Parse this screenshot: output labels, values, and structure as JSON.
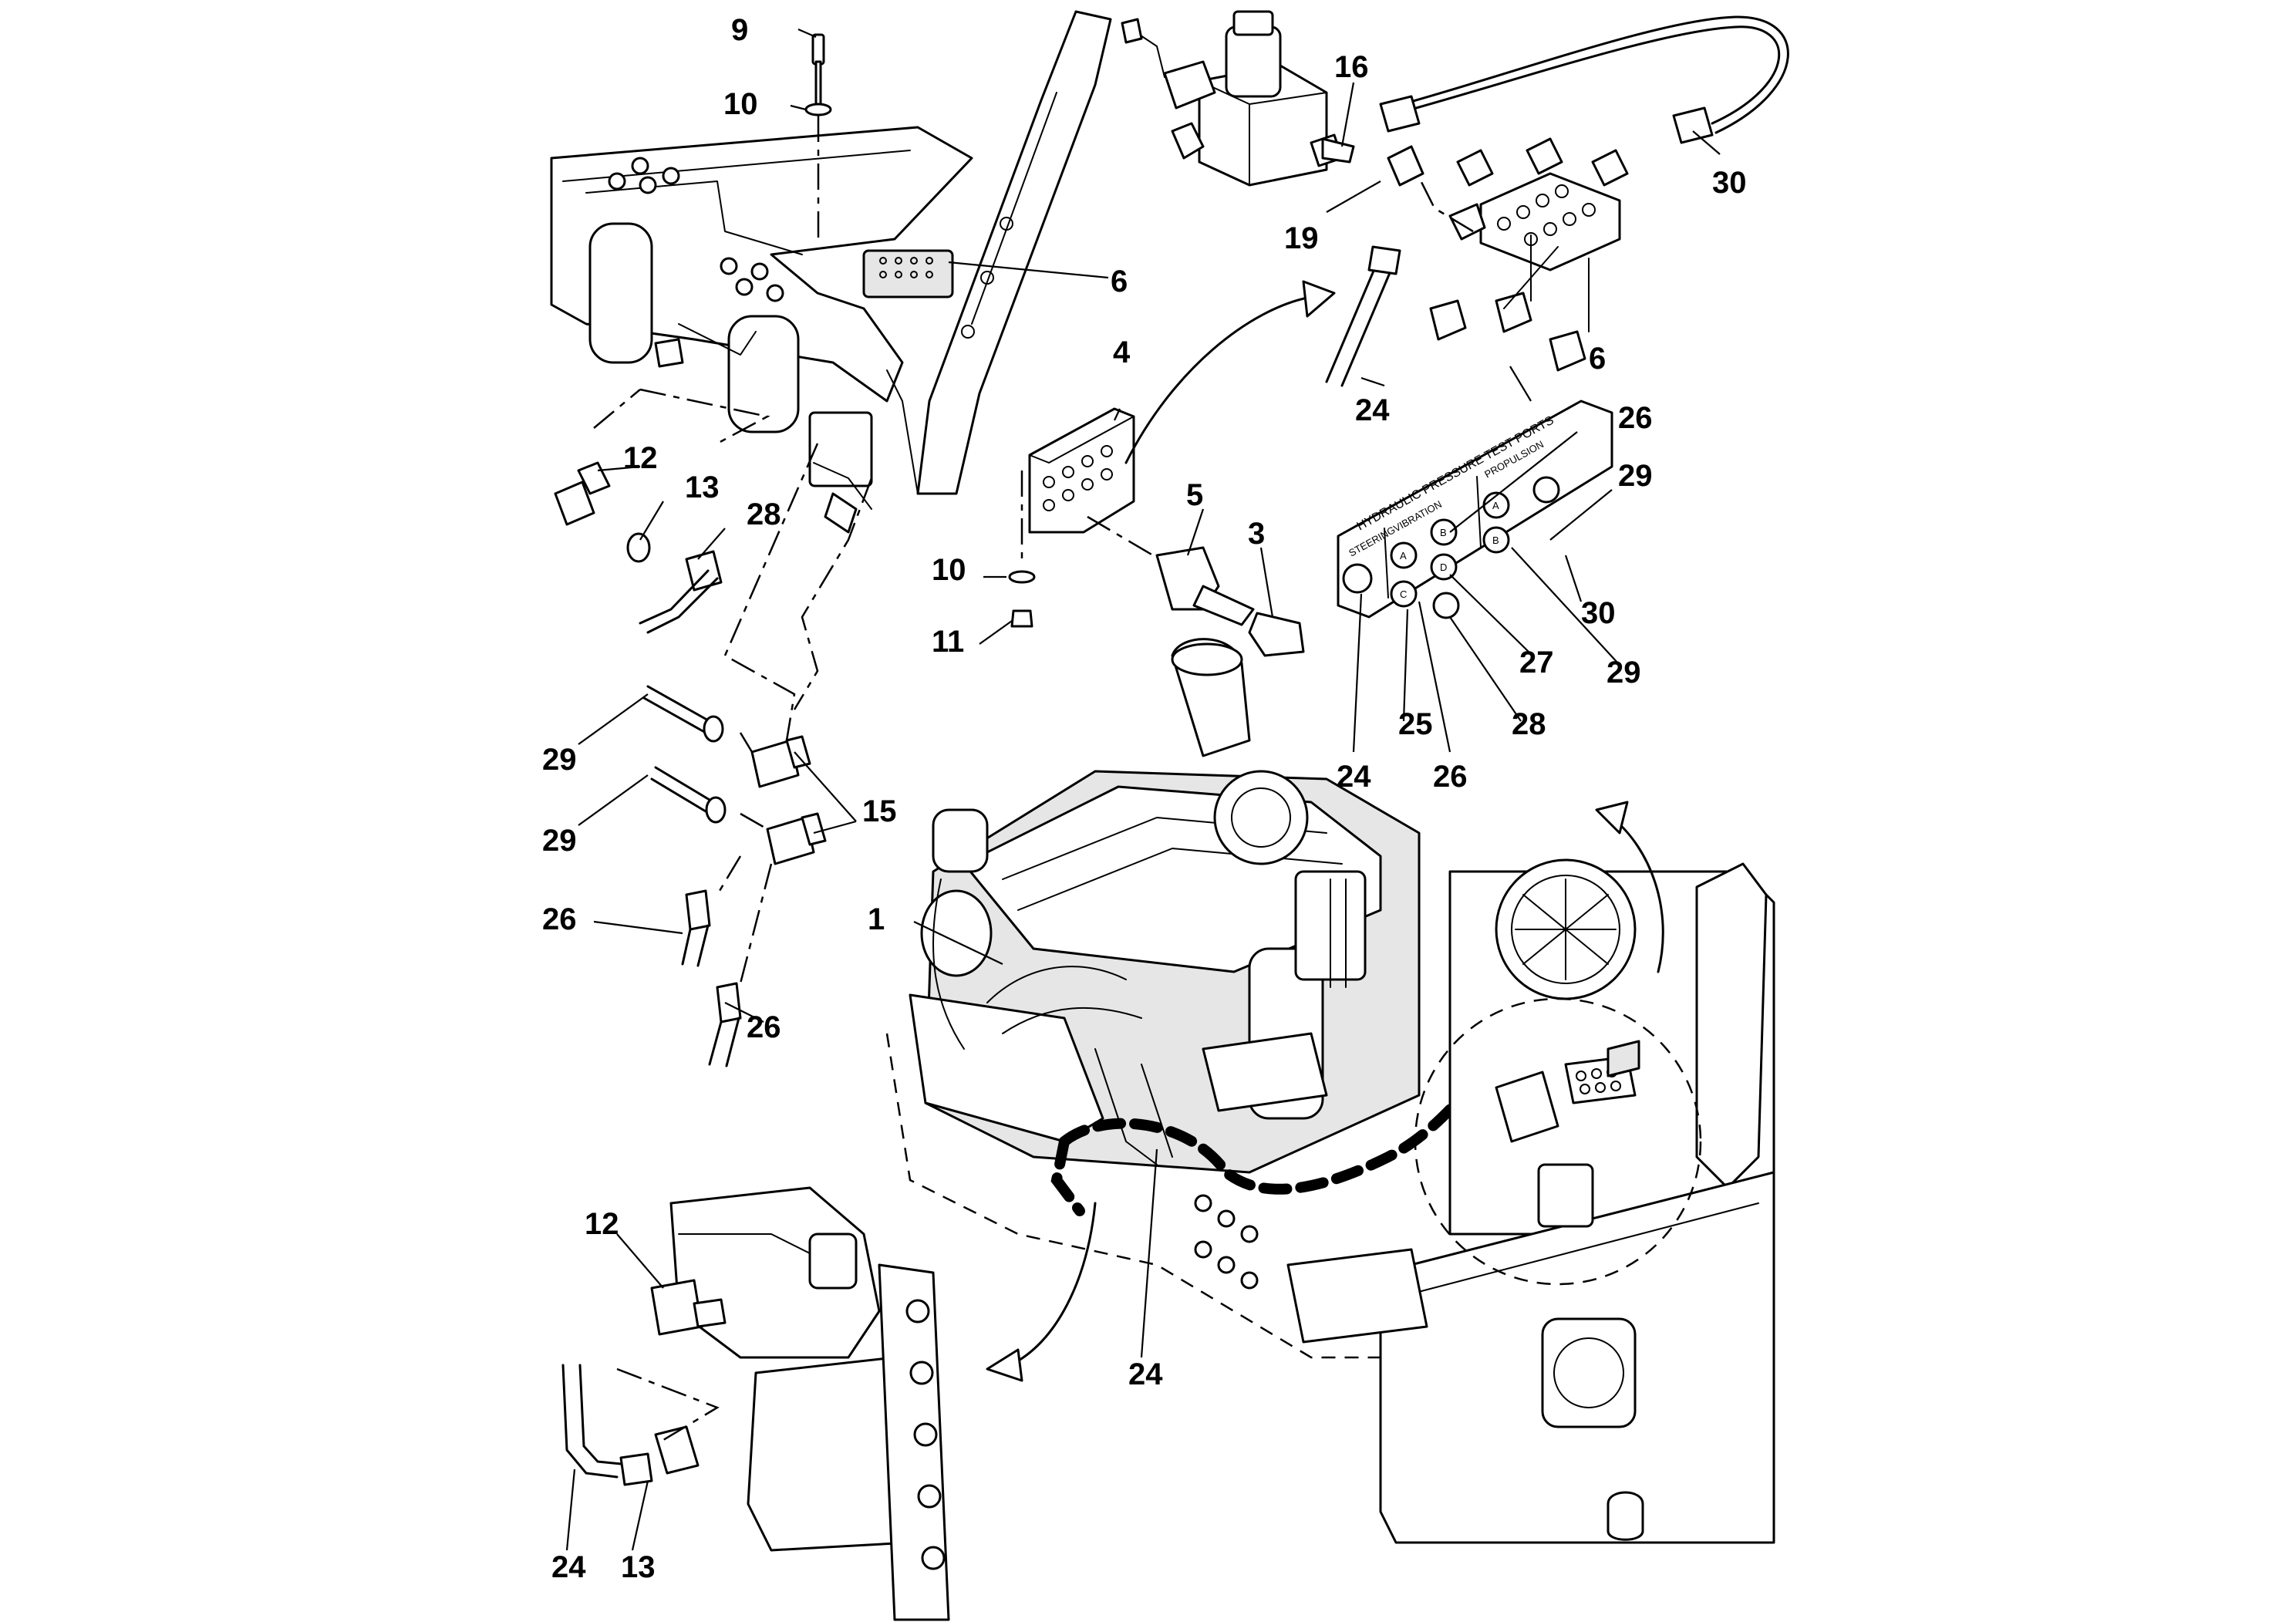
{
  "diagram": {
    "callouts": [
      "9",
      "10",
      "16",
      "30",
      "19",
      "6",
      "4",
      "24",
      "6",
      "26",
      "12",
      "13",
      "28",
      "29",
      "5",
      "3",
      "10",
      "11",
      "30",
      "27",
      "29",
      "29",
      "15",
      "28",
      "29",
      "25",
      "24",
      "26",
      "26",
      "1",
      "26",
      "12",
      "24",
      "24",
      "13"
    ],
    "test_port_plate": {
      "title": "HYDRAULIC PRESSURE TEST PORTS",
      "sections": [
        "STEERING",
        "VIBRATION",
        "PROPULSION"
      ],
      "ports": [
        "A",
        "B",
        "C",
        "D",
        "A",
        "B"
      ]
    }
  }
}
